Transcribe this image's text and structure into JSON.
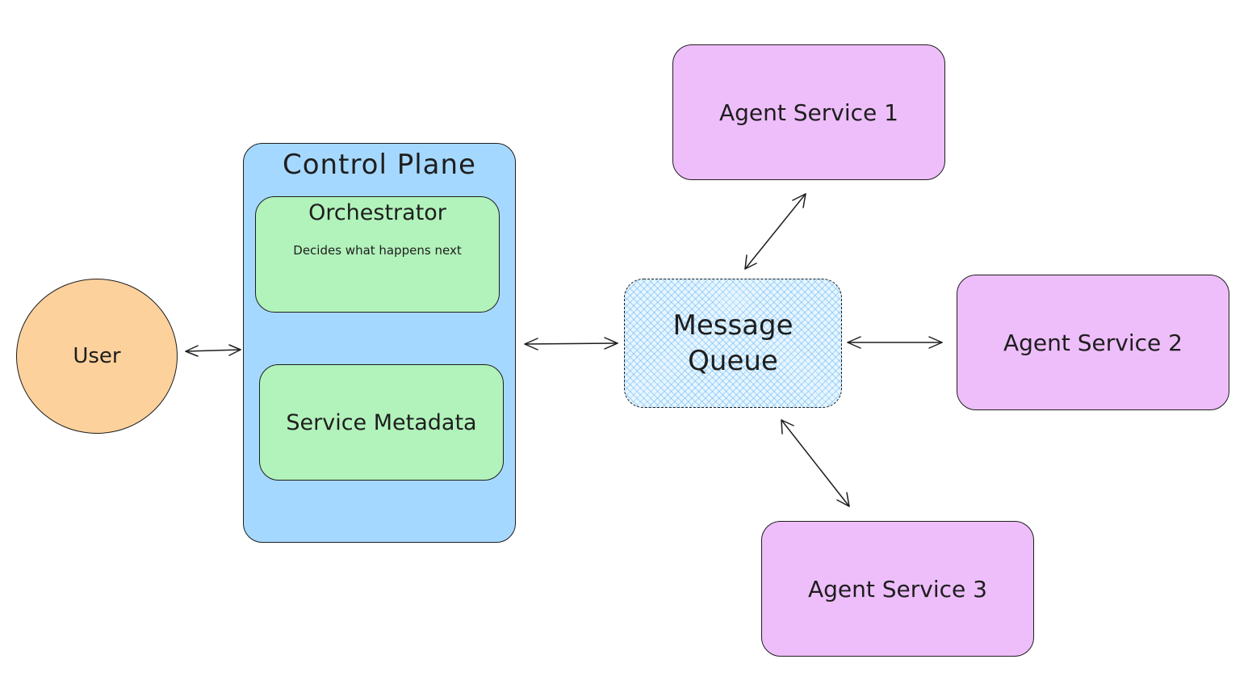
{
  "nodes": {
    "user": {
      "label": "User"
    },
    "control_plane": {
      "title": "Control Plane",
      "orchestrator": {
        "title": "Orchestrator",
        "description": "Decides what happens next"
      },
      "service_metadata": {
        "label": "Service Metadata"
      }
    },
    "message_queue": {
      "line1": "Message",
      "line2": "Queue"
    },
    "agent_services": [
      {
        "label": "Agent Service 1"
      },
      {
        "label": "Agent Service 2"
      },
      {
        "label": "Agent Service 3"
      }
    ]
  },
  "connections": [
    {
      "from": "User",
      "to": "Control Plane",
      "direction": "bidirectional"
    },
    {
      "from": "Control Plane",
      "to": "Message Queue",
      "direction": "bidirectional"
    },
    {
      "from": "Message Queue",
      "to": "Agent Service 1",
      "direction": "bidirectional"
    },
    {
      "from": "Message Queue",
      "to": "Agent Service 2",
      "direction": "bidirectional"
    },
    {
      "from": "Message Queue",
      "to": "Agent Service 3",
      "direction": "bidirectional"
    }
  ],
  "colors": {
    "user_fill": "#fcd19c",
    "control_plane_fill": "#a5d8ff",
    "inner_box_fill": "#b2f2bb",
    "queue_fill": "#e7f5ff",
    "queue_hatch": "#4dabf7",
    "agent_fill": "#eebefa",
    "stroke": "#1e1e1e"
  }
}
